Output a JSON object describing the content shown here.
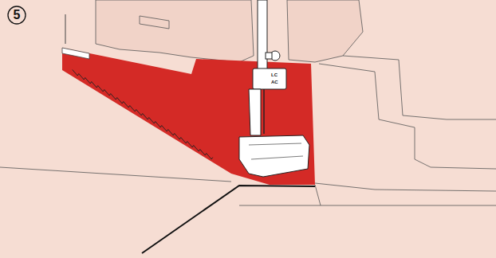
{
  "diagram": {
    "nodes": [
      {
        "text": [
          "5"
        ]
      }
    ],
    "labels": [
      "LC",
      "AC"
    ]
  }
}
